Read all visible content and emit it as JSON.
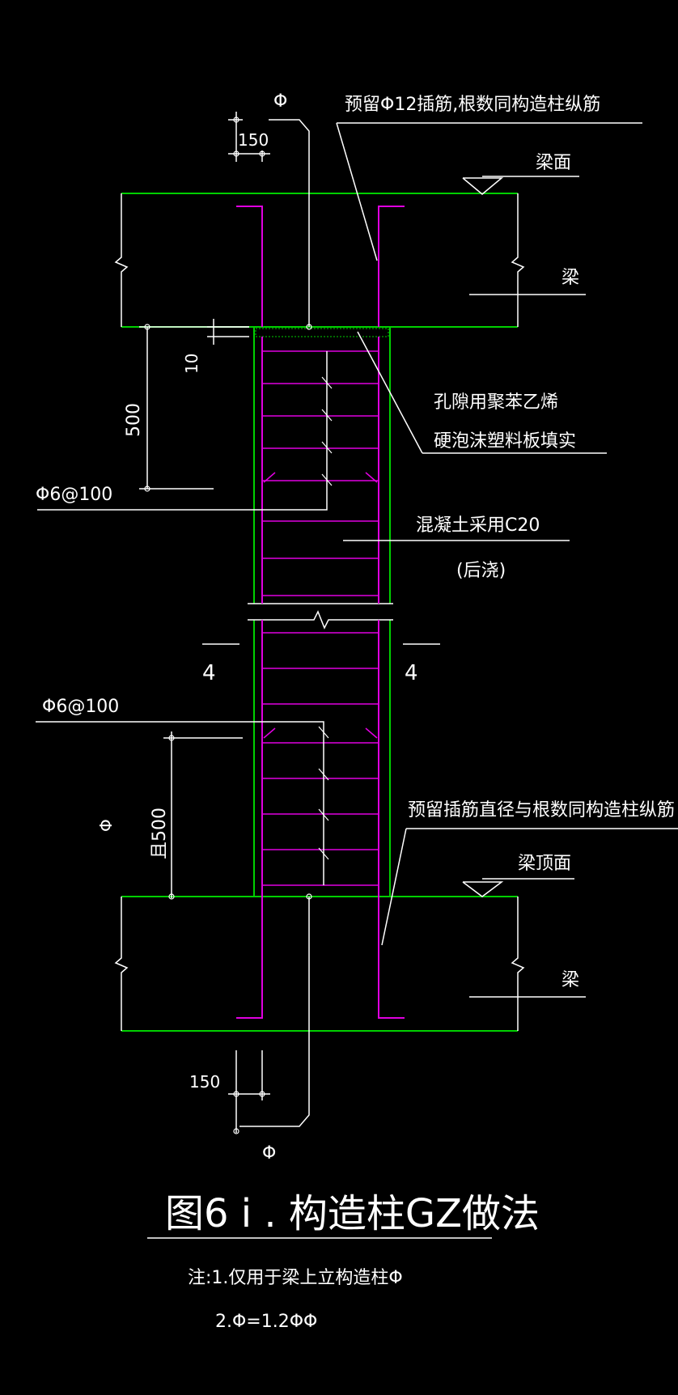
{
  "colors": {
    "background": "#000000",
    "outline": "#00d000",
    "rebar": "#e000e0",
    "annotation": "#ffffff"
  },
  "labels": {
    "top_dowel_note": "预留Φ12插筋,根数同构造柱纵筋",
    "beam_top_face": "梁面",
    "beam_top": "梁",
    "spacing_top": "150",
    "gap_dim": "10",
    "top_dim": "500",
    "top_stirrup": "Φ6@100",
    "foam_note_1": "孔隙用聚苯乙烯",
    "foam_note_2": "硬泡沫塑料板填实",
    "concrete_note_1": "混凝土采用C20",
    "concrete_note_2": "(后浇)",
    "section_left": "4",
    "section_right": "4",
    "bottom_stirrup": "Φ6@100",
    "bottom_dim_symbol": "Φ",
    "bottom_dim": "且500",
    "bottom_dowel_note": "预留插筋直径与根数同构造柱纵筋",
    "beam_bottom_face": "梁顶面",
    "beam_bottom": "梁",
    "spacing_bottom": "150",
    "top_bar_symbol": "Φ",
    "bottom_bar_symbol": "Φ"
  },
  "title": "图6 i . 构造柱GZ做法",
  "notes": {
    "note1": "注:1.仅用于梁上立构造柱Φ",
    "note2": "2.Φ=1.2ΦΦ"
  }
}
